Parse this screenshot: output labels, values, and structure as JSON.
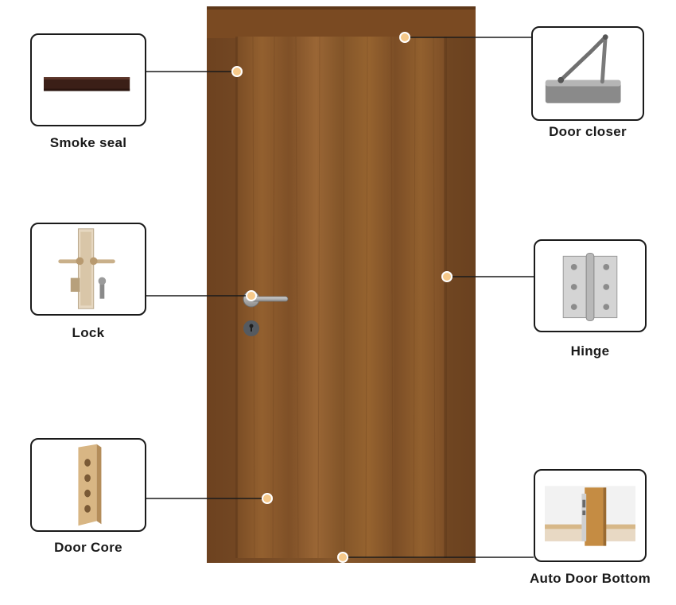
{
  "components": [
    {
      "id": "smoke-seal",
      "label": "Smoke seal",
      "icon": "smoke-seal-strip"
    },
    {
      "id": "door-closer",
      "label": "Door closer",
      "icon": "door-closer-arm"
    },
    {
      "id": "lock",
      "label": "Lock",
      "icon": "mortise-lock"
    },
    {
      "id": "hinge",
      "label": "Hinge",
      "icon": "butt-hinge"
    },
    {
      "id": "door-core",
      "label": "Door Core",
      "icon": "door-core-section"
    },
    {
      "id": "auto-door-bottom",
      "label": "Auto Door Bottom",
      "icon": "auto-door-bottom-seal"
    }
  ],
  "colors": {
    "door_wood": "#8a5a2e",
    "frame_wood": "#7a4c24",
    "marker": "#f6c98a",
    "leader_line": "#1a1a1a"
  }
}
